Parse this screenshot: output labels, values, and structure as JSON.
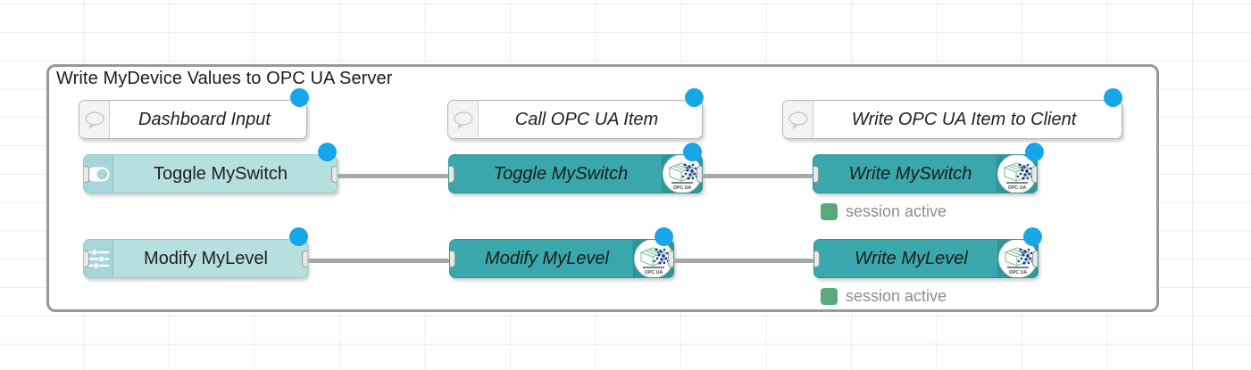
{
  "canvas": {
    "background_color": "#ffffff",
    "grid_color": "#ececec"
  },
  "group": {
    "label": "Write MyDevice Values to OPC UA Server",
    "border_color": "#999999"
  },
  "palette": {
    "dashboard_node_color": "#b6dfe0",
    "opcua_node_color": "#3aa7ac",
    "comment_node_color": "#ffffff",
    "blue_dot_color": "#17a6e8",
    "status_green": "#59a97e",
    "wire_color": "#a8a8a8"
  },
  "columns": {
    "left_comment": "Dashboard Input",
    "middle_comment": "Call OPC UA Item",
    "right_comment": "Write OPC UA Item to Client"
  },
  "nodes": [
    {
      "id": "comment-dashboard-input",
      "type": "comment",
      "label": "Dashboard Input",
      "icon": "speech-bubble-icon"
    },
    {
      "id": "comment-call-opcua-item",
      "type": "comment",
      "label": "Call OPC UA Item",
      "icon": "speech-bubble-icon"
    },
    {
      "id": "comment-write-opcua-item",
      "type": "comment",
      "label": "Write OPC UA Item to Client",
      "icon": "speech-bubble-icon"
    },
    {
      "id": "dashboard-toggle-myswitch",
      "type": "dashboard-switch",
      "label": "Toggle MySwitch",
      "icon": "toggle-switch-icon"
    },
    {
      "id": "opcua-toggle-myswitch",
      "type": "opcua-item",
      "label": "Toggle MySwitch",
      "icon": "opc-ua-logo-icon"
    },
    {
      "id": "opcua-write-myswitch",
      "type": "opcua-client",
      "label": "Write MySwitch",
      "icon": "opc-ua-logo-icon",
      "status": "session active"
    },
    {
      "id": "dashboard-modify-mylevel",
      "type": "dashboard-slider",
      "label": "Modify MyLevel",
      "icon": "sliders-icon"
    },
    {
      "id": "opcua-modify-mylevel",
      "type": "opcua-item",
      "label": "Modify MyLevel",
      "icon": "opc-ua-logo-icon"
    },
    {
      "id": "opcua-write-mylevel",
      "type": "opcua-client",
      "label": "Write MyLevel",
      "icon": "opc-ua-logo-icon",
      "status": "session active"
    }
  ],
  "statuses": {
    "write_myswitch": "session active",
    "write_mylevel": "session active"
  },
  "logo": {
    "opcua_caption": "OPC UA"
  }
}
